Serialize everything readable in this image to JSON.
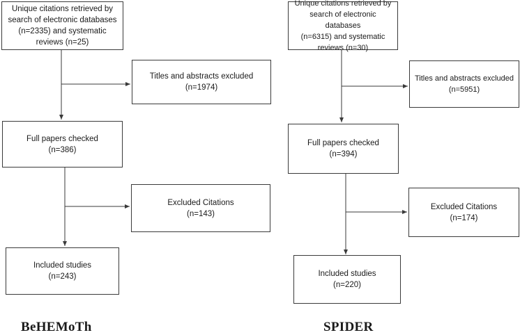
{
  "left": {
    "title": "BeHEMoTh",
    "retrieved": [
      "Unique citations retrieved by",
      "search of electronic databases",
      "(n=2335) and systematic",
      "reviews (n=25)"
    ],
    "excluded_abstracts": [
      "Titles and abstracts excluded",
      "(n=1974)"
    ],
    "full_papers": [
      "Full papers checked",
      "(n=386)"
    ],
    "excluded_citations": [
      "Excluded Citations",
      "(n=143)"
    ],
    "included": [
      "Included studies",
      "(n=243)"
    ]
  },
  "right": {
    "title": "SPIDER",
    "retrieved": [
      "Unique citations retrieved by",
      "search of electronic databases",
      "(n=6315) and systematic",
      "reviews (n=30)"
    ],
    "excluded_abstracts": [
      "Titles and abstracts excluded",
      "(n=5951)"
    ],
    "full_papers": [
      "Full papers checked",
      "(n=394)"
    ],
    "excluded_citations": [
      "Excluded Citations",
      "(n=174)"
    ],
    "included": [
      "Included studies",
      "(n=220)"
    ]
  },
  "colors": {
    "line": "#3a3a3a",
    "box_border": "#3a3a3a",
    "text": "#1a1a1a"
  }
}
